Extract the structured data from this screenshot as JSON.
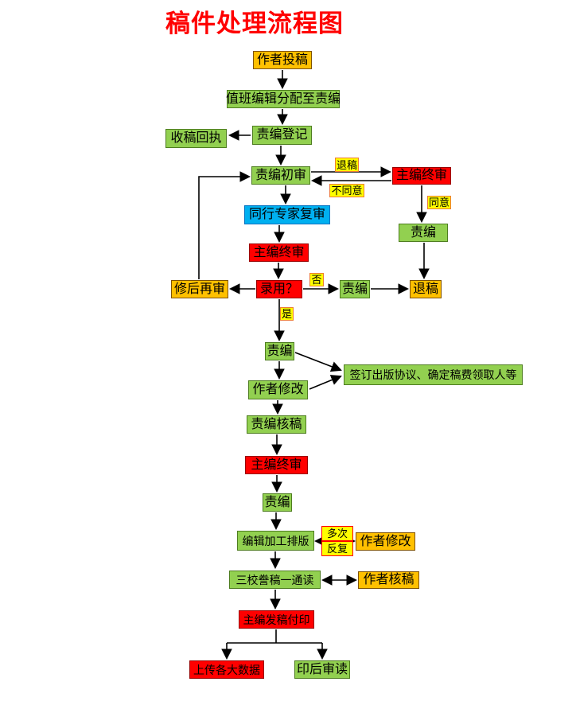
{
  "title": "稿件处理流程图",
  "nodes": {
    "submit": "作者投稿",
    "assign": "值班编辑分配至责编",
    "register": "责编登记",
    "receipt": "收稿回执",
    "first_review": "责编初审",
    "chief_final_1": "主编终审",
    "zebian_right": "责编",
    "peer_review": "同行专家复审",
    "chief_final_2": "主编终审",
    "revise_resubmit": "修后再审",
    "accept": "录用？",
    "zebian_mid": "责编",
    "reject": "退稿",
    "zebian_2": "责编",
    "author_revise": "作者修改",
    "agreement": "签订出版协议、确定稿费领取人等",
    "zebian_check": "责编核稿",
    "chief_final_3": "主编终审",
    "zebian_3": "责编",
    "typeset": "编辑加工排版",
    "author_revise2": "作者修改",
    "proofread": "三校誊稿一通读",
    "author_check": "作者核稿",
    "chief_print": "主编发稿付印",
    "upload": "上传各大数据",
    "post_read": "印后审读"
  },
  "labels": {
    "tuigao": "退稿",
    "disagree": "不同意",
    "agree": "同意",
    "no": "否",
    "yes": "是",
    "multi_1": "多次",
    "multi_2": "反复"
  },
  "colors": {
    "title": "#FF0000",
    "green_fill": "#92D050",
    "red_fill": "#FF0000",
    "orange_fill": "#FFC000",
    "blue_fill": "#00B0F0",
    "label_fill": "#FFFF00",
    "label_border": "#ED7D31",
    "multi_label_border": "#FF0000",
    "line": "#000000"
  }
}
